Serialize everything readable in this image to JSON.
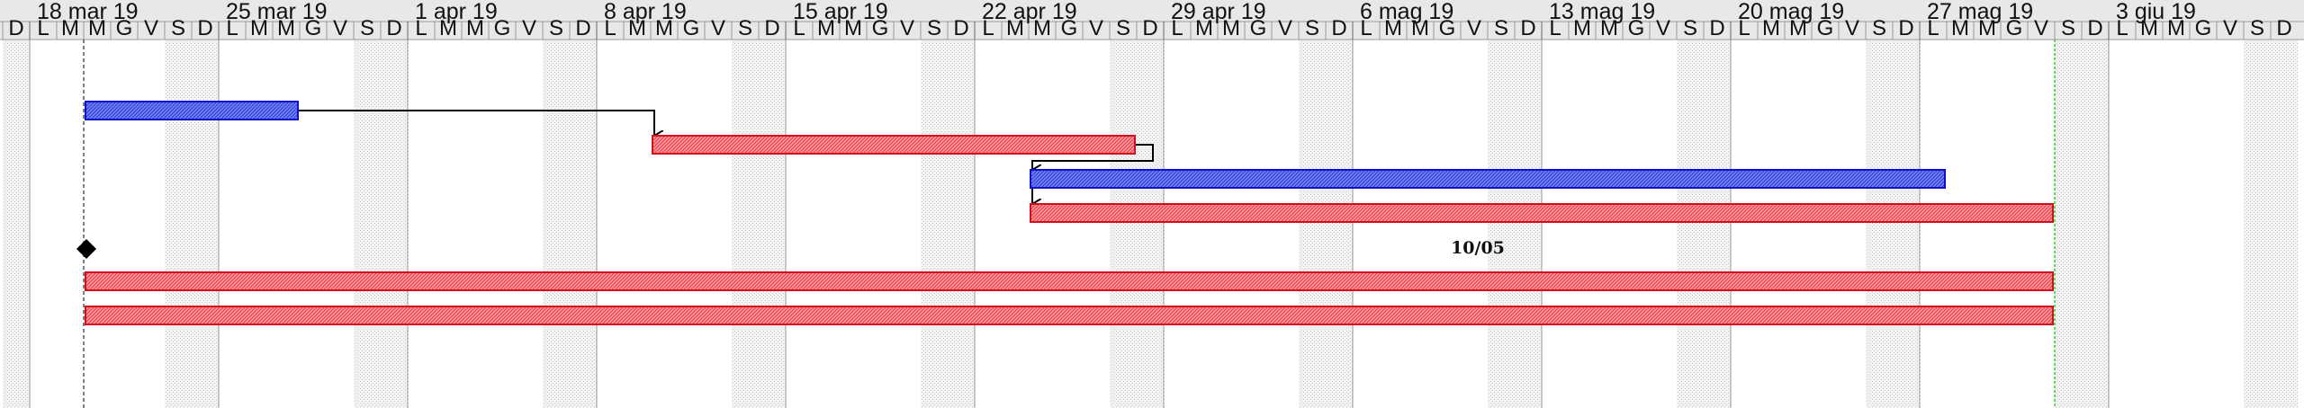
{
  "calendar": {
    "weeks": [
      {
        "label": "18 mar 19"
      },
      {
        "label": "25 mar 19"
      },
      {
        "label": "1 apr 19"
      },
      {
        "label": "8 apr 19"
      },
      {
        "label": "15 apr 19"
      },
      {
        "label": "22 apr 19"
      },
      {
        "label": "29 apr 19"
      },
      {
        "label": "6 mag 19"
      },
      {
        "label": "13 mag 19"
      },
      {
        "label": "20 mag 19"
      },
      {
        "label": "27 mag 19"
      },
      {
        "label": "3 giu 19"
      }
    ],
    "day_letters": [
      "L",
      "M",
      "M",
      "G",
      "V",
      "S",
      "D"
    ],
    "leading_day_letter": "D",
    "first_visible_date": "2019-03-17",
    "last_visible_date": "2019-06-09",
    "weekend_days": [
      "S",
      "D"
    ],
    "today_marker_date": "2019-03-20",
    "end_marker_date": "2019-05-31"
  },
  "colors": {
    "header_bg": "#e8e8e8",
    "header_border": "#9a9a9a",
    "grid_line": "#c8c8c8",
    "weekend_shade": "#ececec",
    "task_blue_fill": "#3a4be0",
    "task_blue_border": "#1010c8",
    "task_red_fill": "#ef4f57",
    "task_red_border": "#d0101e",
    "arrow": "#000000",
    "today_line": "#555555",
    "end_line": "#33cc33"
  },
  "tasks": [
    {
      "id": "t1",
      "start": "2019-03-20",
      "end": "2019-03-27",
      "color": "blue"
    },
    {
      "id": "t2",
      "start": "2019-04-10",
      "end": "2019-04-27",
      "color": "red"
    },
    {
      "id": "t3",
      "start": "2019-04-24",
      "end": "2019-05-27",
      "color": "blue"
    },
    {
      "id": "t4",
      "start": "2019-04-24",
      "end": "2019-05-31",
      "color": "red"
    },
    {
      "id": "m1",
      "date": "2019-03-20",
      "type": "milestone"
    },
    {
      "id": "t5",
      "start": "2019-03-20",
      "end": "2019-05-31",
      "color": "red"
    },
    {
      "id": "t6",
      "start": "2019-03-20",
      "end": "2019-05-31",
      "color": "red"
    }
  ],
  "milestone_note": {
    "text": "10/05",
    "date": "2019-05-10"
  },
  "dependencies": [
    {
      "from": "t1",
      "to": "t2"
    },
    {
      "from": "t2",
      "to": "t3"
    },
    {
      "from": "t2",
      "to": "t4"
    }
  ]
}
